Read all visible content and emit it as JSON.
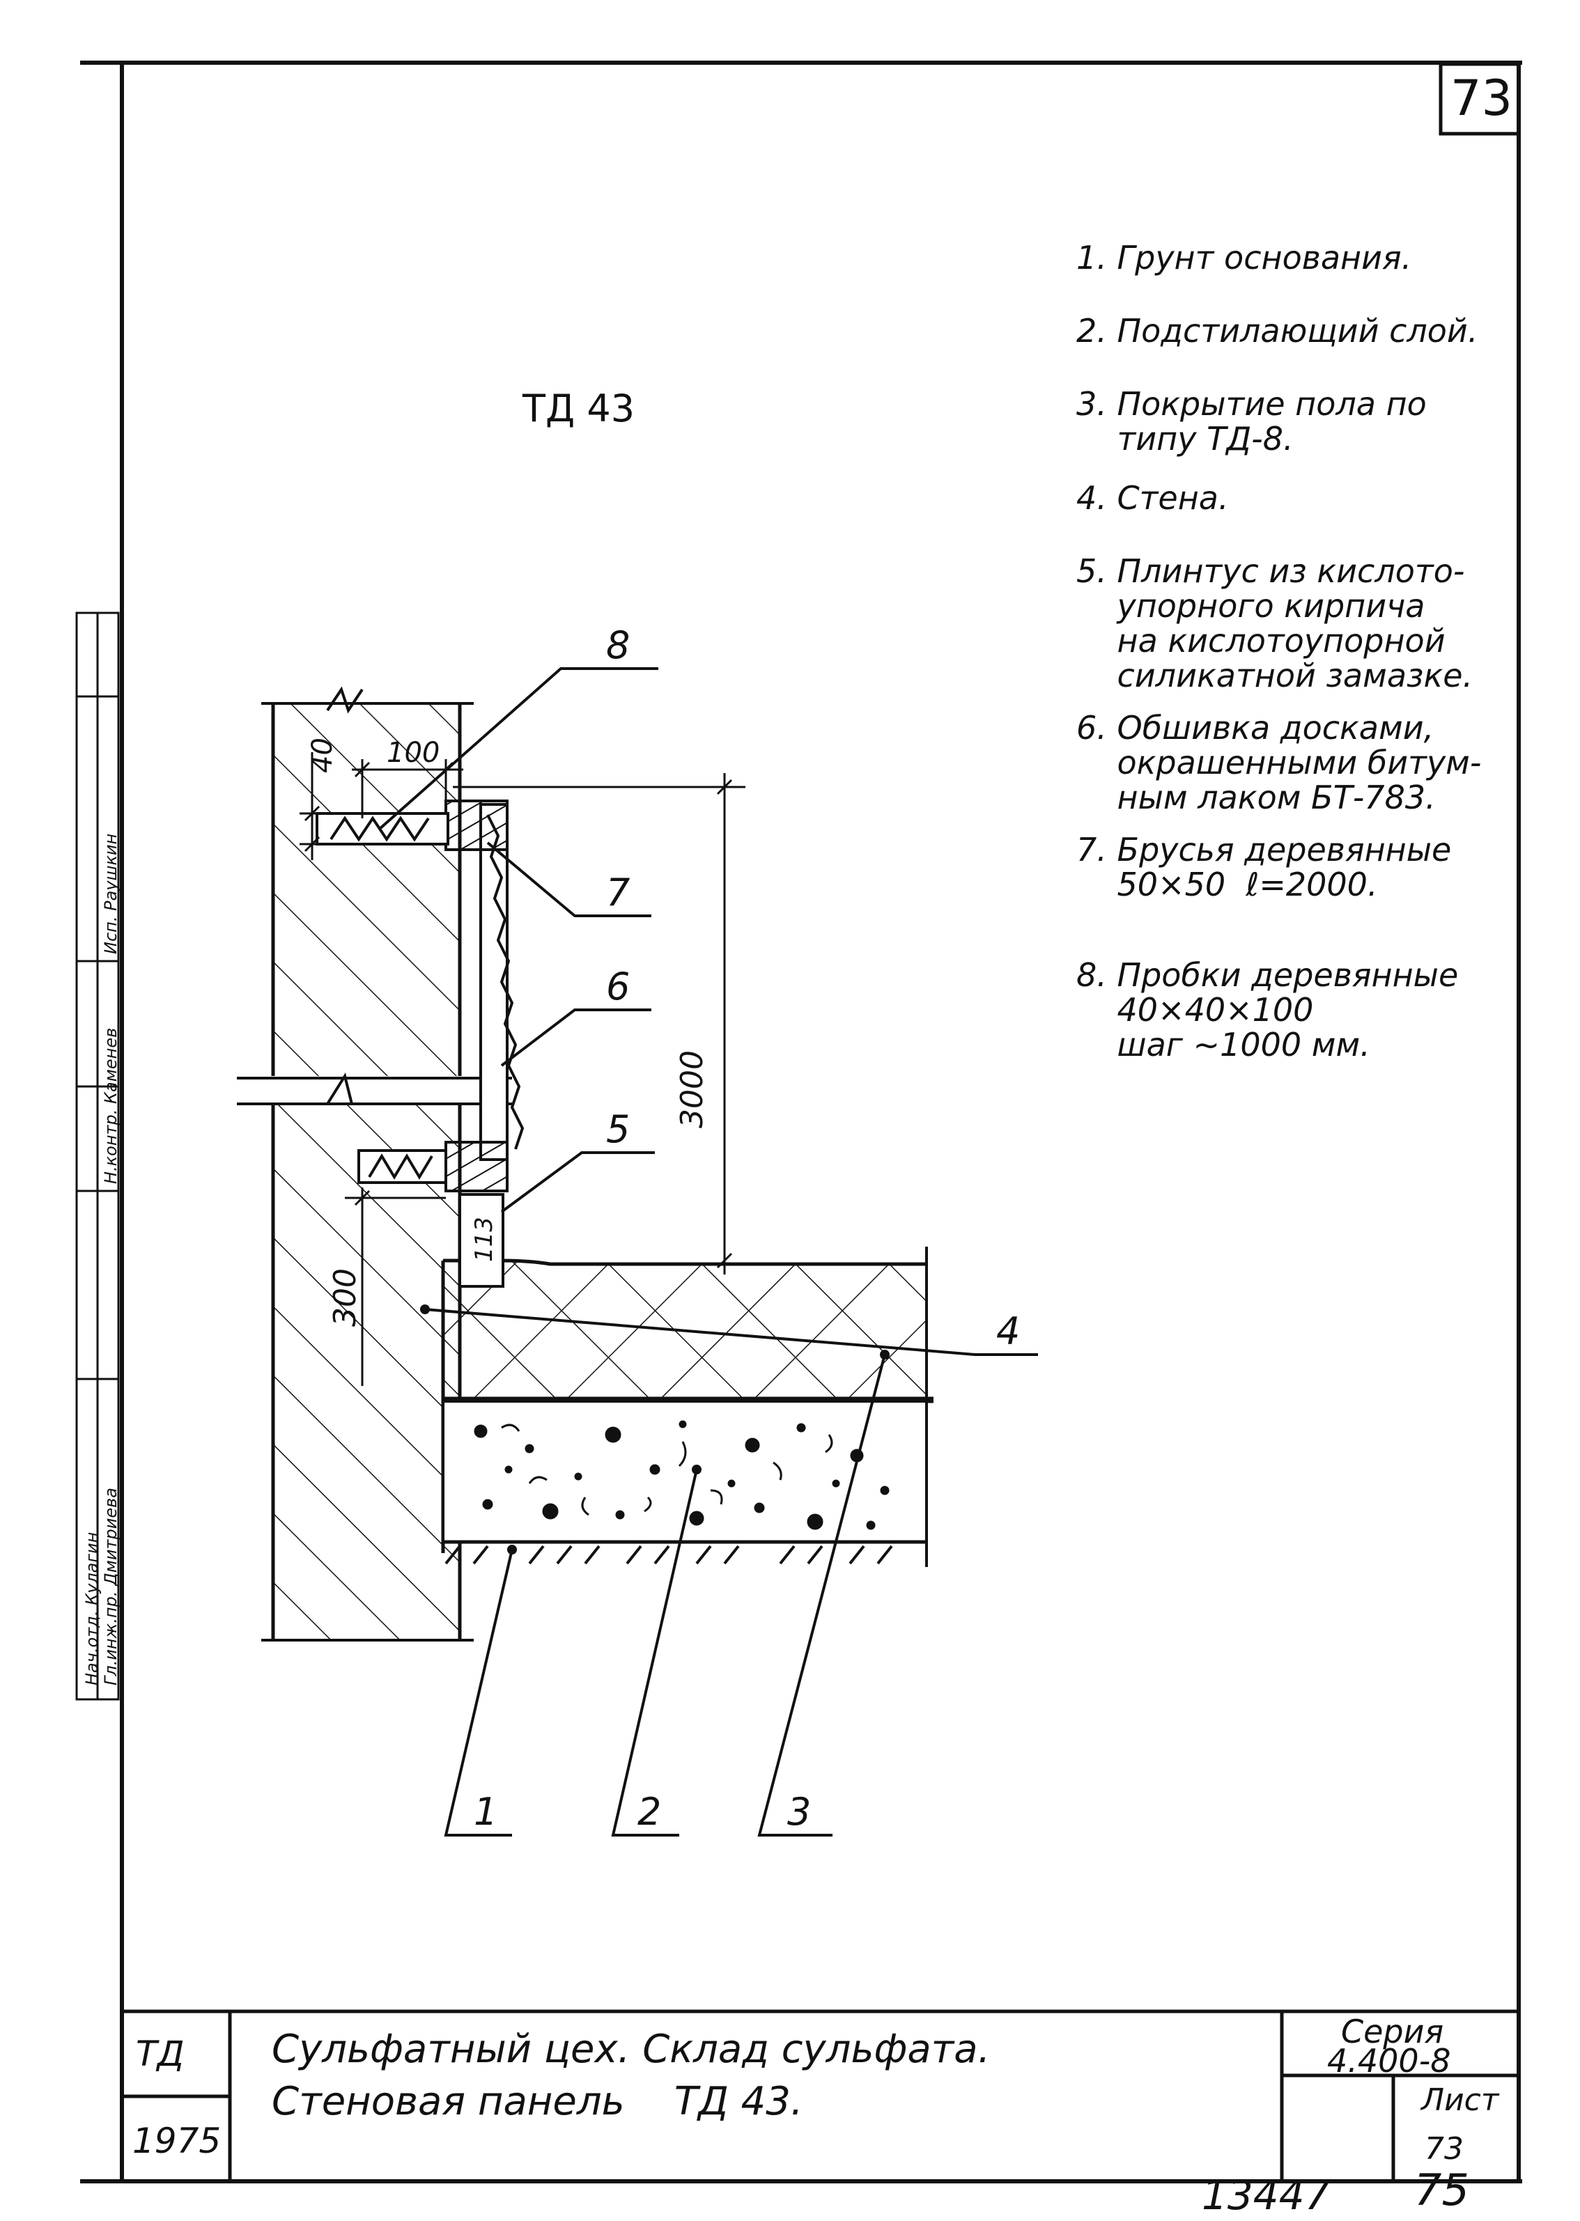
{
  "sheet": {
    "page_number_box": "73",
    "drawing_title": "ТД 43",
    "bottom_code": "13447",
    "bottom_page": "75"
  },
  "notes": [
    "1. Грунт основания.",
    "2. Подстилающий слой.",
    "3. Покрытие пола по\n    типу ТД-8.",
    "4. Стена.",
    "5. Плинтус из кислото-\n    упорного кирпича\n    на кислотоупорной\n    силикатной замазке.",
    "6. Обшивка досками,\n    окрашенными битум-\n    ным лаком БТ-783.",
    "7. Брусья деревянные\n    50×50  ℓ=2000.",
    "8. Пробки деревянные\n    40×40×100\n    шаг ~1000 мм."
  ],
  "callouts": {
    "c8_top": "8",
    "c7": "7",
    "c6": "6",
    "c5": "5",
    "c4": "4",
    "c1": "1",
    "c2": "2",
    "c3": "3"
  },
  "dimensions": {
    "d100": "100",
    "d40": "40",
    "d3000": "3000",
    "d300": "300",
    "d113": "113"
  },
  "title_block": {
    "code": "ТД",
    "year": "1975",
    "title_line1": "Сульфатный цех. Склад сульфата.",
    "title_line2": "Стеновая панель    ТД 43.",
    "series_label": "Серия",
    "series_value": "4.400-8",
    "sheet_label": "Лист",
    "sheet_value": "73"
  },
  "side_stamp": {
    "row1": "Нач.отд. Кулагин",
    "row2": "Гл.инж.пр. Дмитриева",
    "row3": "Н.контр. Каменев",
    "row4": "Исп. Раушкин"
  }
}
